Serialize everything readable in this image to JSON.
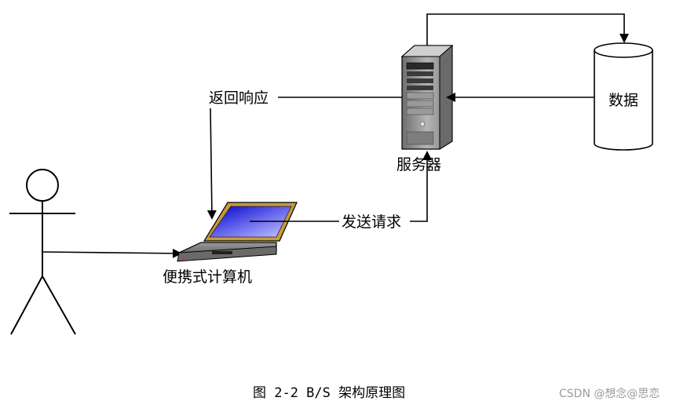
{
  "labels": {
    "response": "返回响应",
    "request": "发送请求",
    "server": "服务器",
    "data": "数据",
    "laptop": "便携式计算机"
  },
  "caption": "图 2-2 B/S 架构原理图",
  "watermark": "CSDN @想念@思恋",
  "colors": {
    "screen": "#2b2bd6",
    "laptop_frame": "#d4a94a",
    "server_body": "#8c8c8c"
  }
}
